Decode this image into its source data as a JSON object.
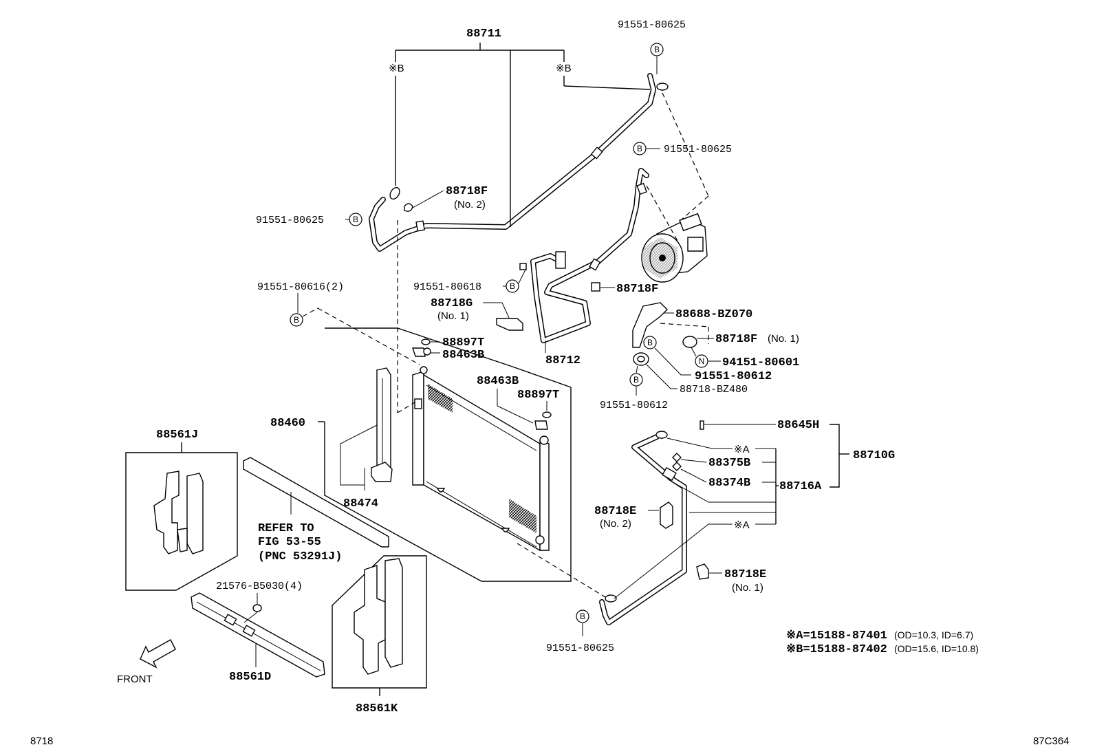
{
  "labels": {
    "p88711": "88711",
    "p91551_80625_top": "91551-80625",
    "p91551_80625_mid": "91551-80625",
    "p91551_80625_left": "91551-80625",
    "p91551_80625_bot": "91551-80625",
    "p88718F_no2": "88718F",
    "no2_a": "(No. 2)",
    "p91551_80616": "91551-80616(2)",
    "p91551_80618": "91551-80618",
    "p88718F": "88718F",
    "p88718G": "88718G",
    "no1_a": "(No. 1)",
    "p88688": "88688-BZ070",
    "p88718F_no1": "88718F",
    "no1_b": "(No. 1)",
    "p94151": "94151-80601",
    "p91551_80612_a": "91551-80612",
    "p88718BZ480": "88718-BZ480",
    "p91551_80612_b": "91551-80612",
    "p88712": "88712",
    "p88897T_a": "88897T",
    "p88463B_a": "88463B",
    "p88463B_b": "88463B",
    "p88897T_b": "88897T",
    "p88460": "88460",
    "p88474": "88474",
    "p88561J": "88561J",
    "refer1": "REFER TO",
    "refer2": "FIG 53-55",
    "refer3": "(PNC 53291J)",
    "p21576": "21576-B5030(4)",
    "p88561D": "88561D",
    "p88561K": "88561K",
    "front": "FRONT",
    "p88645H": "88645H",
    "p88710G": "88710G",
    "markA_1": "※A",
    "markA_2": "※A",
    "p88375B": "88375B",
    "p88374B": "88374B",
    "p88716A": "88716A",
    "p88718E_no2": "88718E",
    "no2_b": "(No. 2)",
    "p88718E_no1": "88718E",
    "no1_c": "(No. 1)",
    "markB_1": "※B",
    "markB_2": "※B",
    "noteA_code": "※A=15188-87401",
    "noteA_dim": "(OD=10.3, ID=6.7)",
    "noteB_code": "※B=15188-87402",
    "noteB_dim": "(OD=15.6, ID=10.8)",
    "corner_left": "8718",
    "corner_right": "87C364",
    "circle_B": "B",
    "circle_N": "N"
  }
}
